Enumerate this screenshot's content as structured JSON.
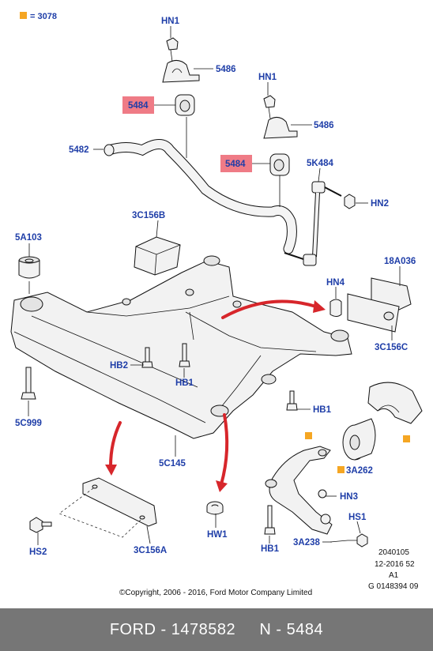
{
  "legend": {
    "text": "= 3078",
    "marker_color": "#f5a623"
  },
  "labels": {
    "hn1_a": "HN1",
    "p5486_a": "5486",
    "p5484_a": "5484",
    "p5482": "5482",
    "hn1_b": "HN1",
    "p5486_b": "5486",
    "p5484_b": "5484",
    "p5k484": "5K484",
    "hn2": "HN2",
    "p3c156b": "3C156B",
    "p5a103": "5A103",
    "p18a036": "18A036",
    "hn4": "HN4",
    "p3c156c": "3C156C",
    "hb2": "HB2",
    "hb1_a": "HB1",
    "hb1_b": "HB1",
    "p5c999": "5C999",
    "p5c145": "5C145",
    "p3a262": "3A262",
    "hn3": "HN3",
    "hs1": "HS1",
    "p3a238": "3A238",
    "hb1_c": "HB1",
    "hw1": "HW1",
    "hs2": "HS2",
    "p3c156a": "3C156A"
  },
  "ref_codes": [
    "2040105",
    "12-2016 52",
    "A1",
    "G 0148394 09"
  ],
  "copyright": "©Copyright, 2006 - 2016, Ford Motor Company Limited",
  "highlight_color": "#ef7b86",
  "arrow_color": "#d7262b",
  "footer": {
    "brand": "FORD",
    "part_number": "1478582",
    "ref": "N - 5484",
    "text": "FORD - 1478582     N - 5484"
  }
}
